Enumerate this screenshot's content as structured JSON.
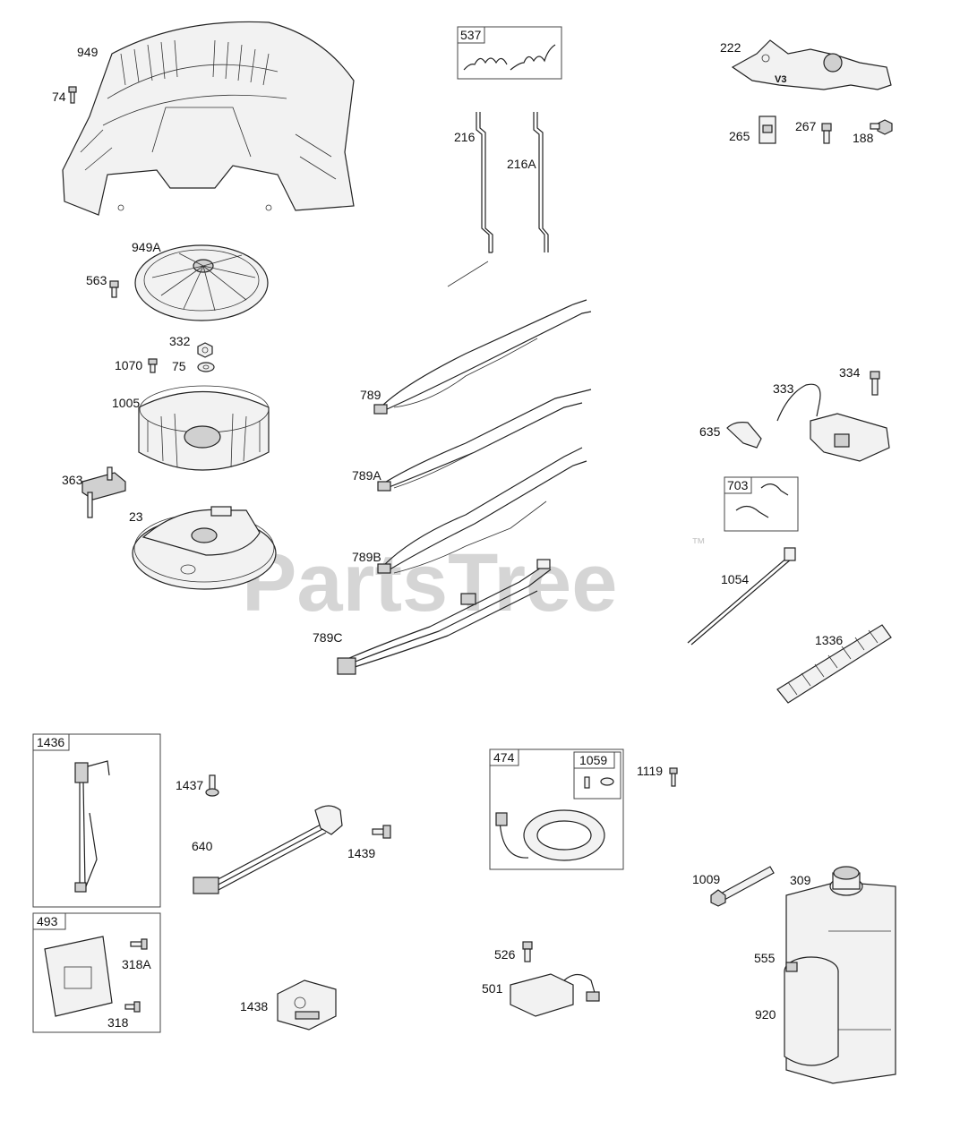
{
  "watermark": {
    "text": "PartsTree",
    "trademark": "™"
  },
  "labels": {
    "p949": "949",
    "p74": "74",
    "p949A": "949A",
    "p563": "563",
    "p332": "332",
    "p1070": "1070",
    "p75": "75",
    "p1005": "1005",
    "p363": "363",
    "p23": "23",
    "p537": "537",
    "p216": "216",
    "p216A": "216A",
    "p789": "789",
    "p789A": "789A",
    "p789B": "789B",
    "p789C": "789C",
    "p222": "222",
    "v3": "V3",
    "p265": "265",
    "p267": "267",
    "p188": "188",
    "p334": "334",
    "p333": "333",
    "p635": "635",
    "p703": "703",
    "p1054": "1054",
    "p1336": "1336",
    "p1436": "1436",
    "p1437": "1437",
    "p640": "640",
    "p1439": "1439",
    "p493": "493",
    "p318A": "318A",
    "p318": "318",
    "p1438": "1438",
    "p474": "474",
    "p1059": "1059",
    "p1119": "1119",
    "p526": "526",
    "p501": "501",
    "p1009": "1009",
    "p309": "309",
    "p555": "555",
    "p920": "920"
  }
}
